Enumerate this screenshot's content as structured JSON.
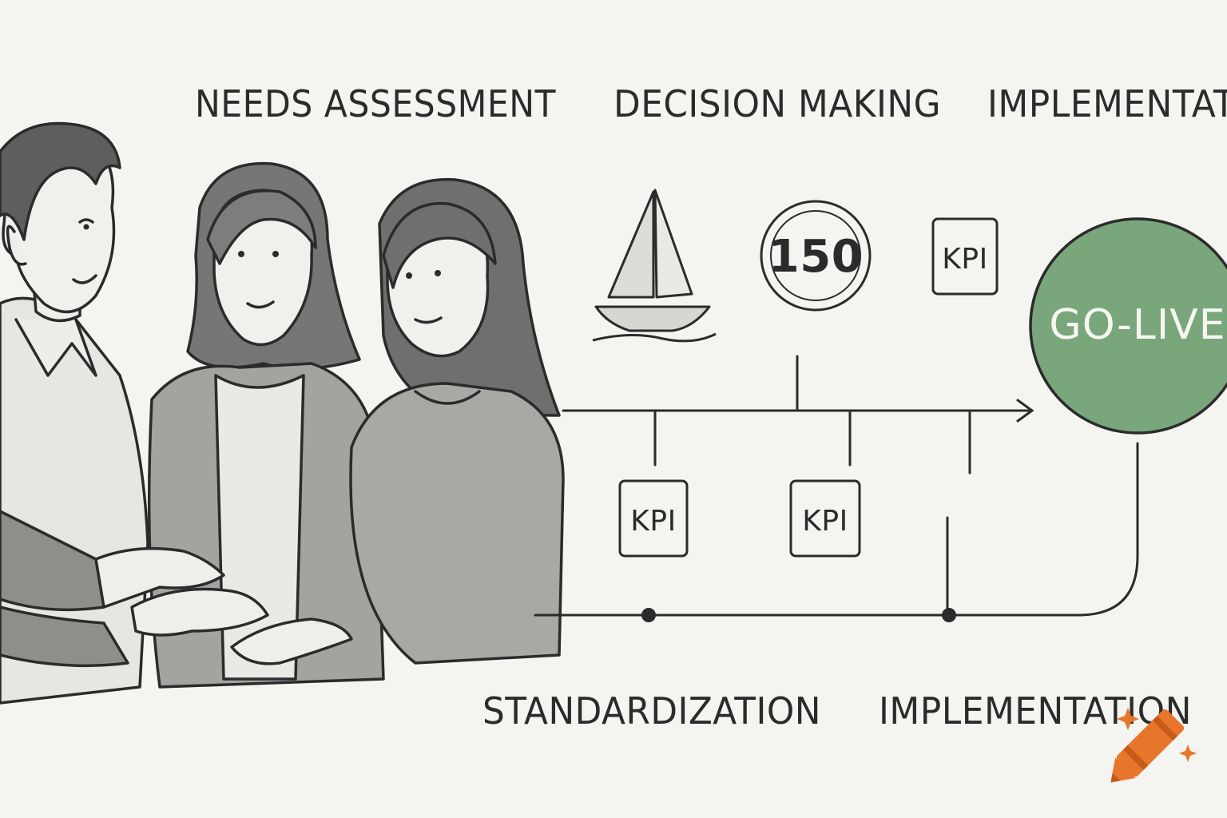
{
  "stages_top": {
    "needs_assessment": "NEEDS ASSESSMENT",
    "decision_making": "DECISION MAKING",
    "implementation_top": "IMPLEMENTATION"
  },
  "stages_bottom": {
    "standardization": "STANDARDIZATION",
    "implementation_bottom": "IMPLEMENTATION"
  },
  "badges": {
    "number_badge": "150",
    "kpi_top": "KPI",
    "kpi_bottom_1": "KPI",
    "kpi_bottom_2": "KPI"
  },
  "milestone": {
    "label": "GO-LIVE",
    "color": "#7aa67c"
  },
  "colors": {
    "ink": "#2b2b2b",
    "background": "#f4f4f1",
    "crayon": "#e8752c"
  },
  "icons": [
    "people-collaborating-illustration",
    "sailboat-icon",
    "crayon-logo-icon"
  ]
}
